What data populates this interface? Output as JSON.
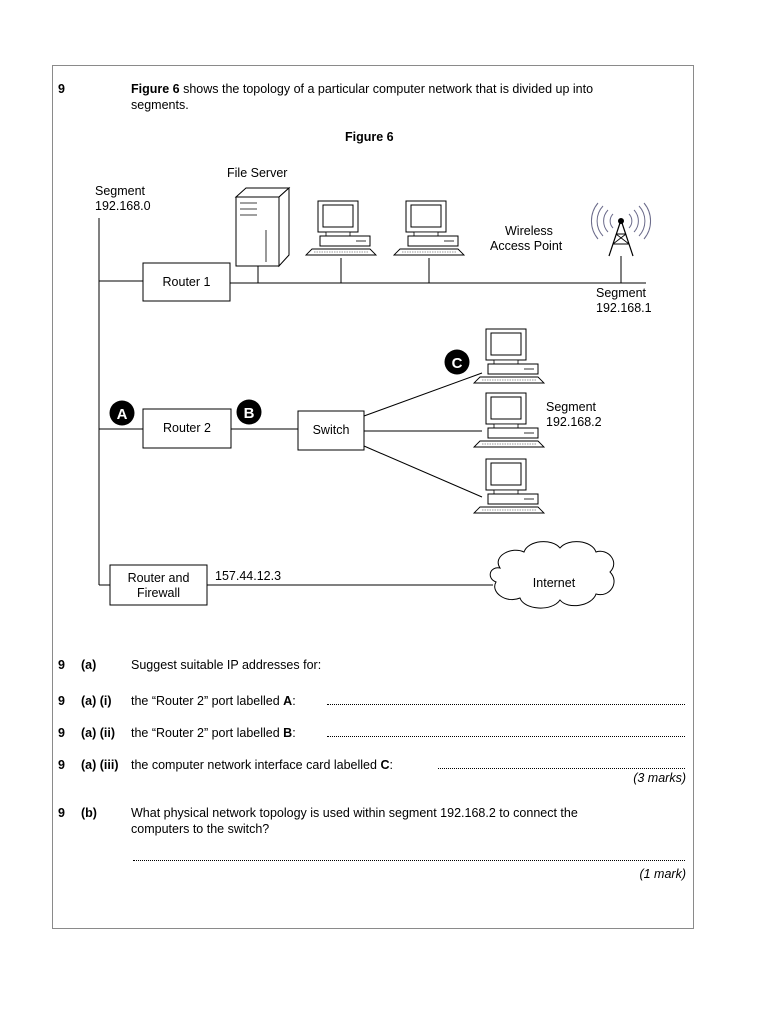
{
  "question": {
    "number": "9",
    "intro_bold": "Figure 6",
    "intro_rest": " shows the topology of a particular computer network that is divided up into",
    "intro_line2": "segments."
  },
  "figure": {
    "title": "Figure 6",
    "labels": {
      "segment_label": "Segment",
      "segment0_ip": "192.168.0",
      "segment1_ip": "192.168.1",
      "segment2_ip": "192.168.2",
      "file_server": "File Server",
      "wireless_line1": "Wireless",
      "wireless_line2": "Access Point",
      "router1": "Router 1",
      "router2": "Router 2",
      "switch": "Switch",
      "router_fw_line1": "Router and",
      "router_fw_line2": "Firewall",
      "public_ip": "157.44.12.3",
      "internet": "Internet",
      "badge_a": "A",
      "badge_b": "B",
      "badge_c": "C"
    }
  },
  "parts": [
    {
      "num": "9",
      "label": "(a)",
      "text": "Suggest suitable IP addresses for:"
    },
    {
      "num": "9",
      "label": "(a) (i)",
      "text_pre": "the “Router 2” port labelled ",
      "text_bold": "A",
      "text_post": ":"
    },
    {
      "num": "9",
      "label": "(a) (ii)",
      "text_pre": "the “Router 2” port labelled ",
      "text_bold": "B",
      "text_post": ":"
    },
    {
      "num": "9",
      "label": "(a) (iii)",
      "text_pre": "the computer network interface card labelled ",
      "text_bold": "C",
      "text_post": ":"
    },
    {
      "marks": "(3 marks)"
    },
    {
      "num": "9",
      "label": "(b)",
      "text_line1": "What physical network topology is used within segment 192.168.2 to connect the",
      "text_line2": "computers to the switch?"
    },
    {
      "marks": "(1 mark)"
    }
  ],
  "colors": {
    "border": "#8a8a8a",
    "badge": "#000000"
  }
}
